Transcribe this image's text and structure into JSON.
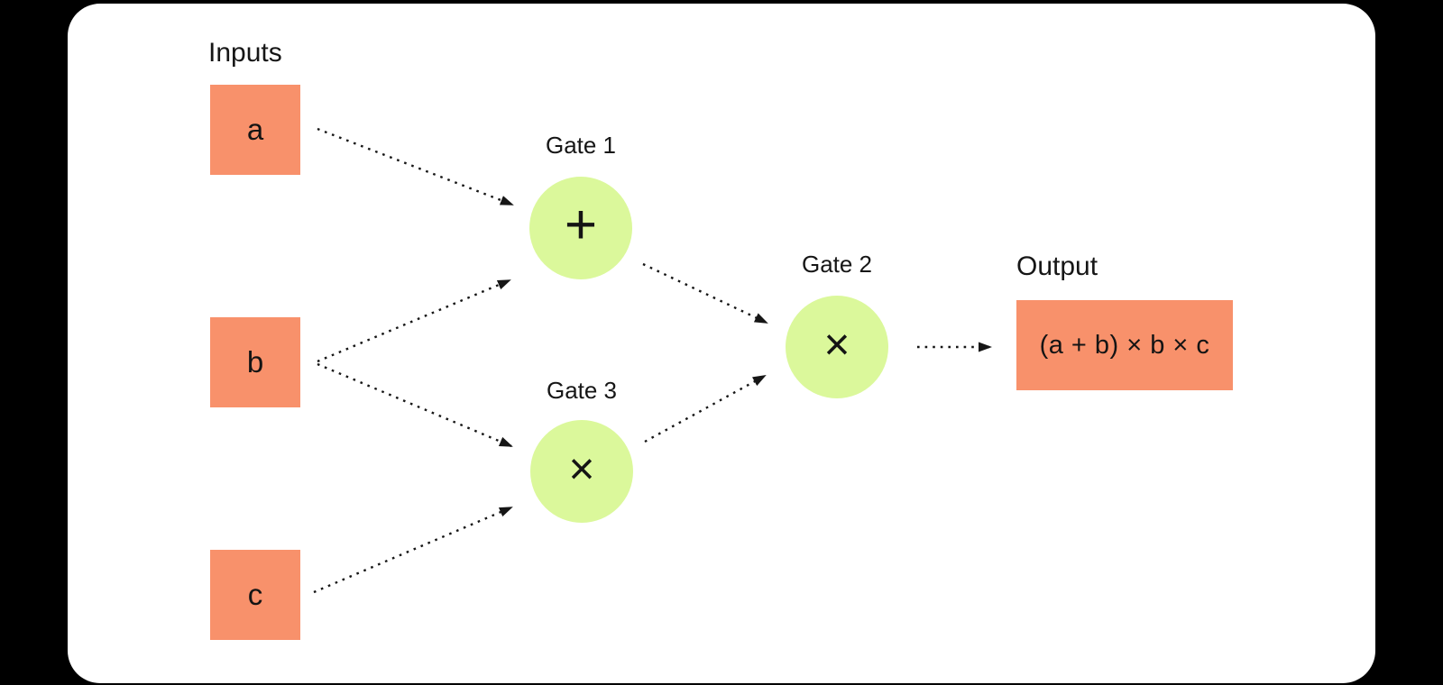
{
  "diagram": {
    "title_inputs": "Inputs",
    "title_output": "Output",
    "input_nodes": [
      {
        "label": "a"
      },
      {
        "label": "b"
      },
      {
        "label": "c"
      }
    ],
    "gates": [
      {
        "label": "Gate 1",
        "operator": "+"
      },
      {
        "label": "Gate 2",
        "operator": "×"
      },
      {
        "label": "Gate 3",
        "operator": "×"
      }
    ],
    "output_node": {
      "value": "(a + b) × b × c"
    },
    "colors": {
      "background": "#000000",
      "card": "#FFFFFF",
      "input_fill": "#F8916B",
      "gate_fill": "#DBF89B",
      "text": "#161616",
      "arrow": "#161616"
    }
  }
}
